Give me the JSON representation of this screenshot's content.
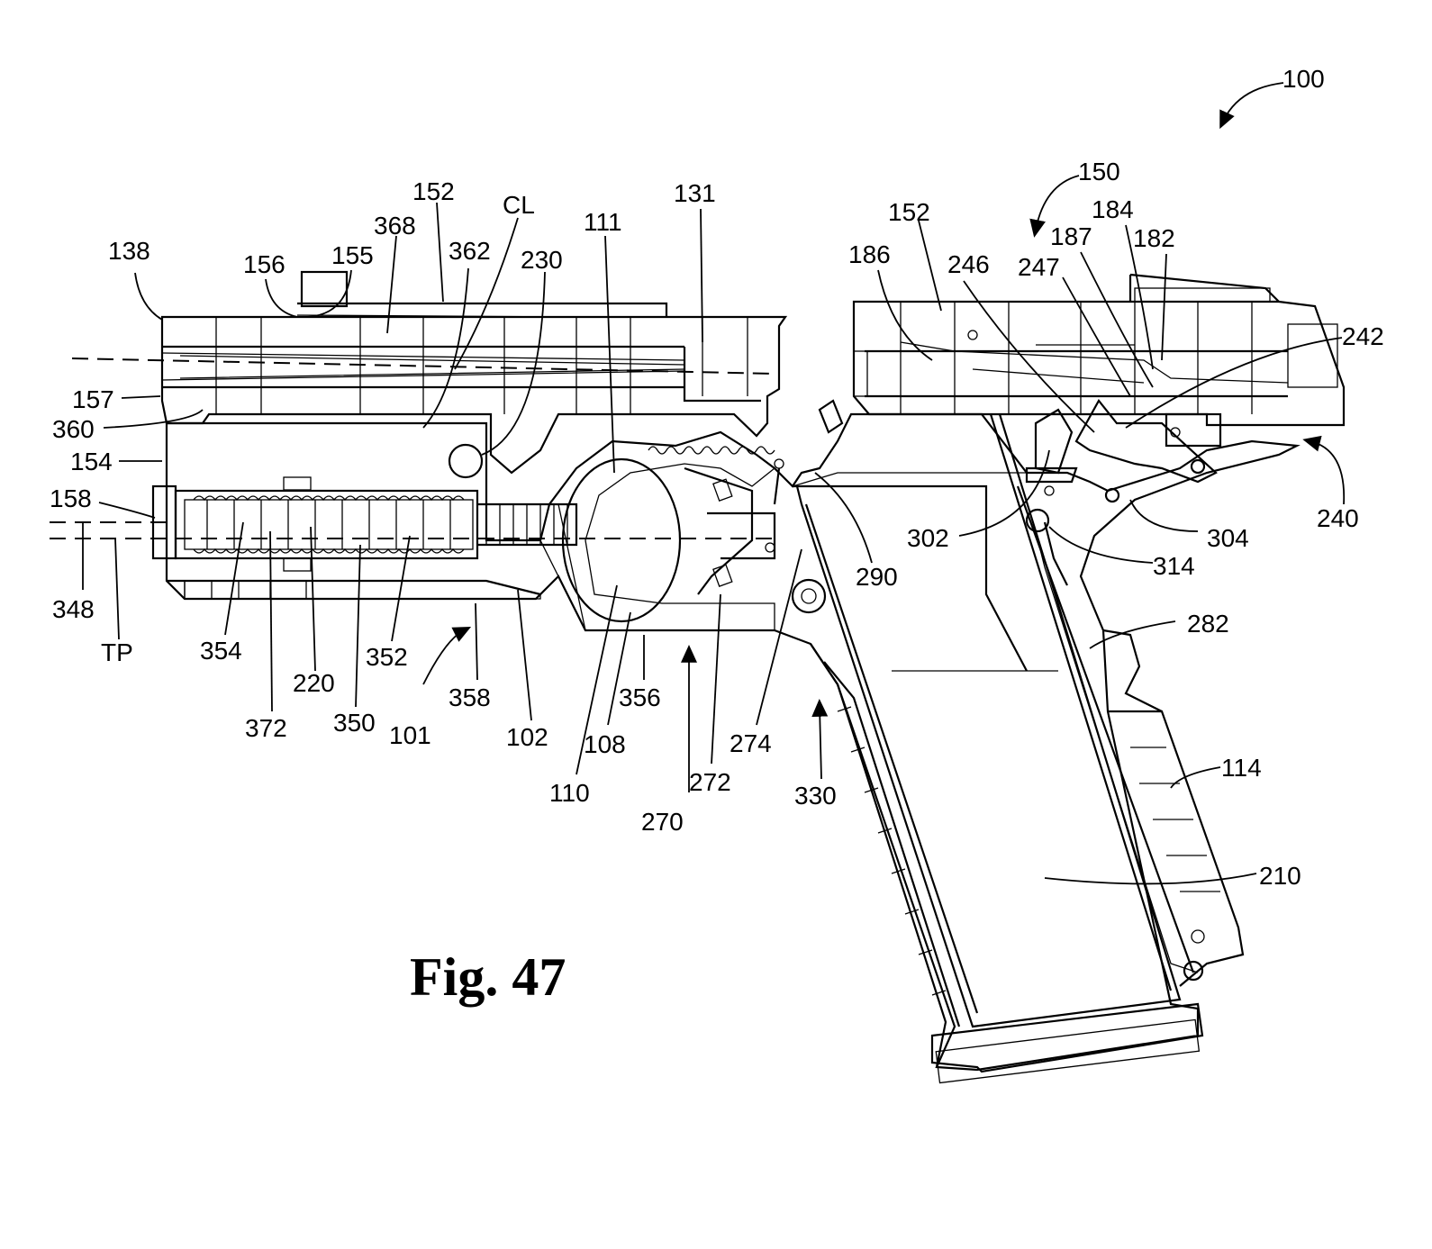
{
  "figure": {
    "caption": "Fig. 47",
    "labels": {
      "l100": "100",
      "l150": "150",
      "l138": "138",
      "l152a": "152",
      "l152b": "152",
      "l156": "156",
      "l155": "155",
      "l368": "368",
      "lCL": "CL",
      "l362": "362",
      "l230": "230",
      "l111": "111",
      "l131": "131",
      "l186": "186",
      "l246": "246",
      "l247": "247",
      "l187": "187",
      "l184": "184",
      "l182": "182",
      "l242": "242",
      "l157": "157",
      "l360": "360",
      "l154": "154",
      "l158": "158",
      "l348": "348",
      "lTP": "TP",
      "l354": "354",
      "l372": "372",
      "l220": "220",
      "l350": "350",
      "l352": "352",
      "l101": "101",
      "l358": "358",
      "l102": "102",
      "l110": "110",
      "l108": "108",
      "l356": "356",
      "l270": "270",
      "l272": "272",
      "l274": "274",
      "l330": "330",
      "l290": "290",
      "l302": "302",
      "l304": "304",
      "l314": "314",
      "l240": "240",
      "l282": "282",
      "l114": "114",
      "l210": "210"
    }
  }
}
